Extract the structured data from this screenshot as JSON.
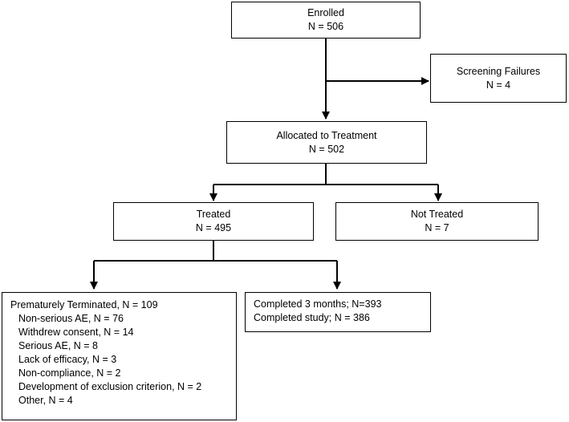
{
  "enrolled": {
    "label": "Enrolled",
    "count": "N = 506"
  },
  "screening_failures": {
    "label": "Screening Failures",
    "count": "N = 4"
  },
  "allocated": {
    "label": "Allocated to Treatment",
    "count": "N = 502"
  },
  "treated": {
    "label": "Treated",
    "count": "N = 495"
  },
  "not_treated": {
    "label": "Not Treated",
    "count": "N = 7"
  },
  "terminated": {
    "title": "Prematurely Terminated, N = 109",
    "reasons": [
      "Non-serious AE, N = 76",
      "Withdrew consent, N = 14",
      "Serious AE, N = 8",
      "Lack of efficacy, N = 3",
      "Non-compliance, N = 2",
      "Development of exclusion criterion, N = 2",
      "Other, N = 4"
    ]
  },
  "completed": {
    "lines": [
      "Completed 3 months; N=393",
      "Completed study; N = 386"
    ]
  }
}
